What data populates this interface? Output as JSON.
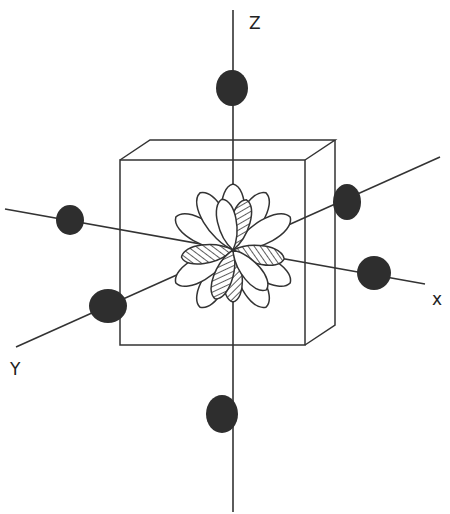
{
  "diagram": {
    "labels": [
      "Z",
      "x",
      "Y"
    ]
  }
}
